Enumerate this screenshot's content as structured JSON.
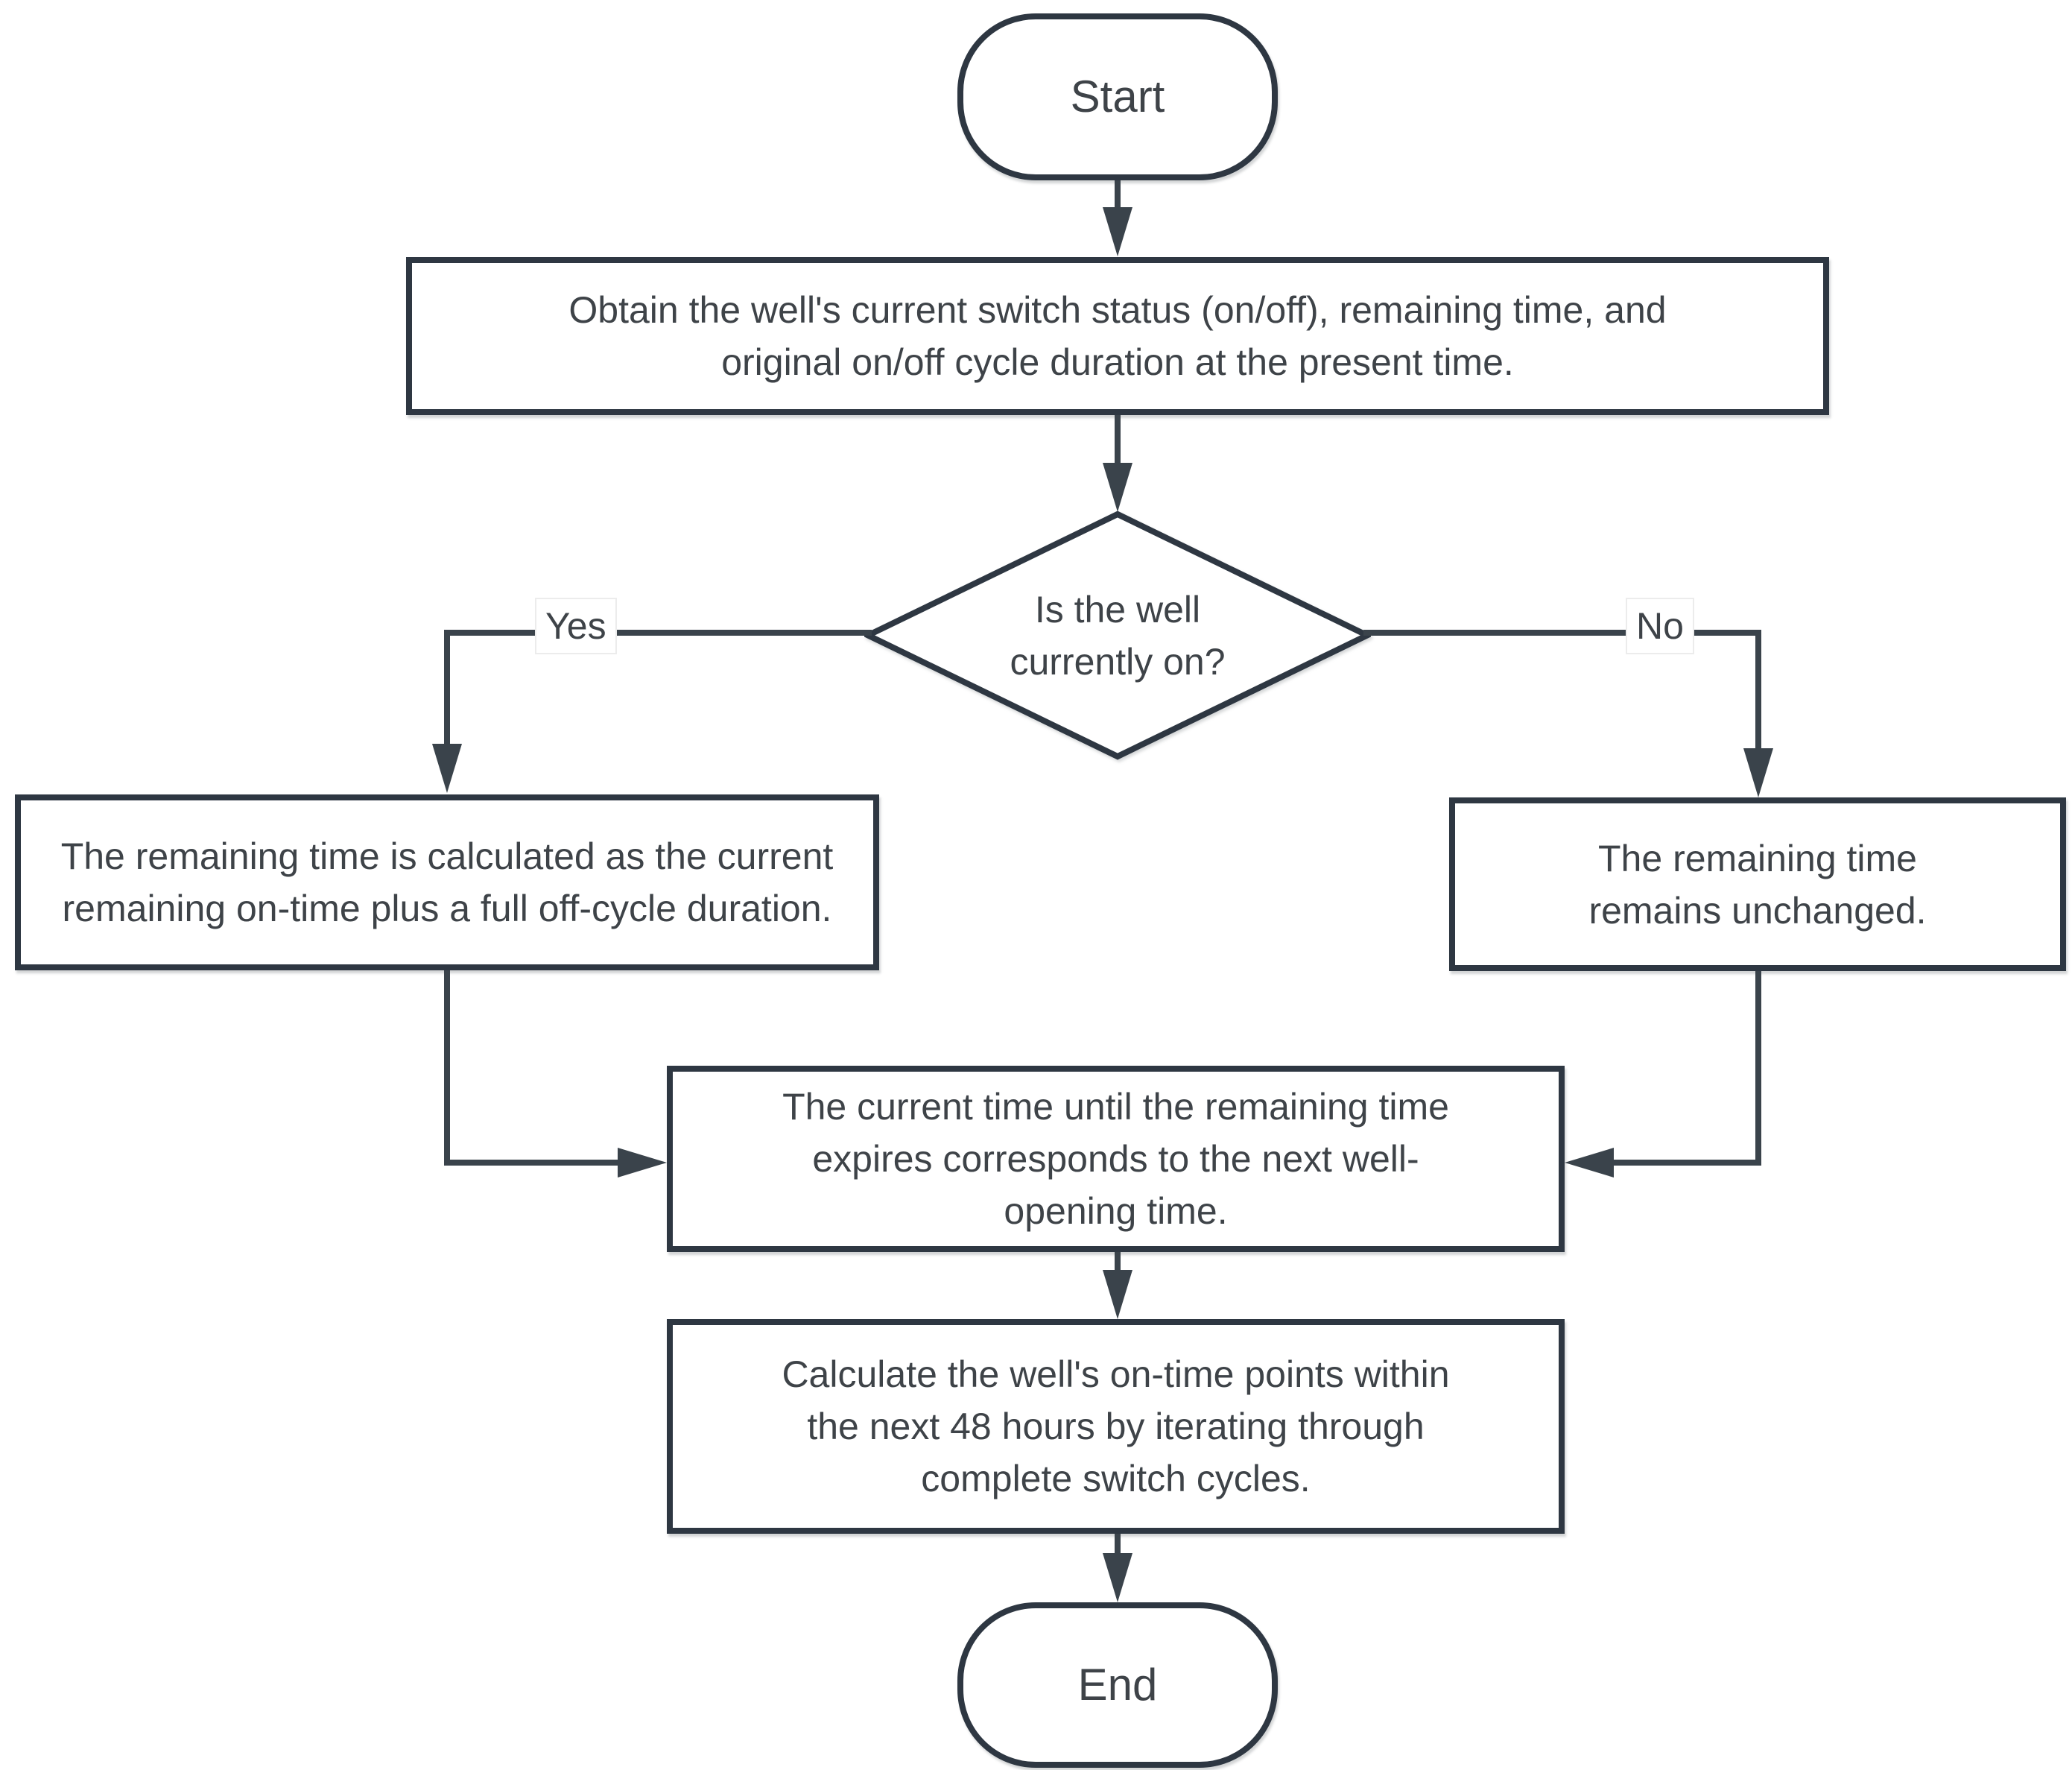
{
  "nodes": {
    "start": {
      "label": "Start",
      "type": "terminator"
    },
    "obtain": {
      "label": "Obtain the well's current switch status (on/off), remaining time, and original on/off cycle duration at the present time.",
      "type": "process"
    },
    "decision": {
      "label": "Is the well currently on?",
      "type": "decision"
    },
    "calc_remaining": {
      "label": "The remaining time is calculated as the current remaining on-time plus a full off-cycle duration.",
      "type": "process"
    },
    "unchanged": {
      "label": "The remaining time remains unchanged.",
      "type": "process"
    },
    "next_opening": {
      "label": "The current time until the remaining time expires corresponds to the next well-opening time.",
      "type": "process"
    },
    "calc_points": {
      "label": "Calculate the well's on-time points within the next 48 hours by iterating through complete switch cycles.",
      "type": "process"
    },
    "end": {
      "label": "End",
      "type": "terminator"
    }
  },
  "edge_labels": {
    "yes": "Yes",
    "no": "No"
  },
  "edges": [
    {
      "from": "start",
      "to": "obtain"
    },
    {
      "from": "obtain",
      "to": "decision"
    },
    {
      "from": "decision",
      "to": "calc_remaining",
      "label": "Yes"
    },
    {
      "from": "decision",
      "to": "unchanged",
      "label": "No"
    },
    {
      "from": "calc_remaining",
      "to": "next_opening"
    },
    {
      "from": "unchanged",
      "to": "next_opening"
    },
    {
      "from": "next_opening",
      "to": "calc_points"
    },
    {
      "from": "calc_points",
      "to": "end"
    }
  ],
  "colors": {
    "shape_border": "#2e3742",
    "connector": "#3a434b",
    "text": "#3e4348",
    "shape_fill": "#ffffff",
    "page_background": "#ffffff"
  }
}
